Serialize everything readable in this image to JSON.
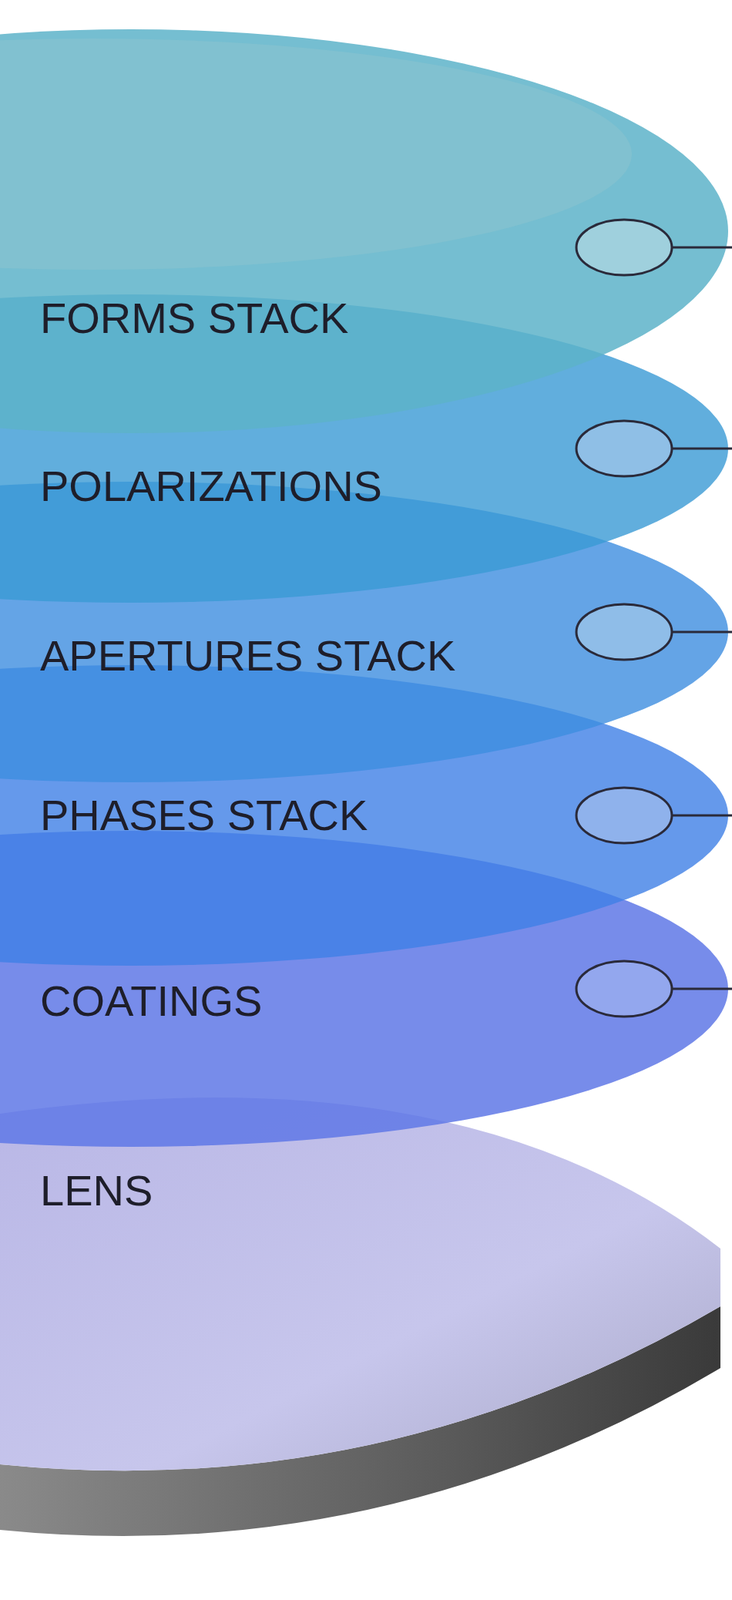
{
  "diagram": {
    "nodes": [
      {
        "text": [
          "FORMS STACK"
        ]
      },
      {
        "text": [
          "POLARIZATIONS"
        ]
      },
      {
        "text": [
          "APERTURES STACK"
        ]
      },
      {
        "text": [
          "PHASES STACK"
        ]
      },
      {
        "text": [
          "COATINGS"
        ]
      },
      {
        "text": [
          "LENS"
        ]
      }
    ]
  }
}
